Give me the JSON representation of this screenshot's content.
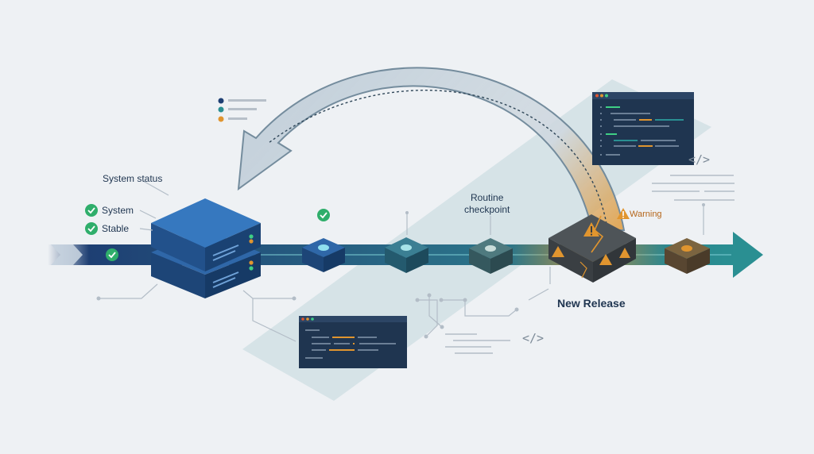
{
  "status": {
    "title": "System status",
    "items": [
      {
        "text": "System"
      },
      {
        "text": "Stable"
      }
    ]
  },
  "checkpoint": {
    "line1": "Routine",
    "line2": "checkpoint"
  },
  "warning": {
    "text": "Warning"
  },
  "release": {
    "label": "New Release"
  },
  "code_tag": "</>",
  "colors": {
    "navy": "#1e3f73",
    "server_blue": "#2f67a8",
    "teal": "#2a8f92",
    "orange": "#e0952f",
    "success": "#2fae6b",
    "background": "#eef1f4"
  }
}
